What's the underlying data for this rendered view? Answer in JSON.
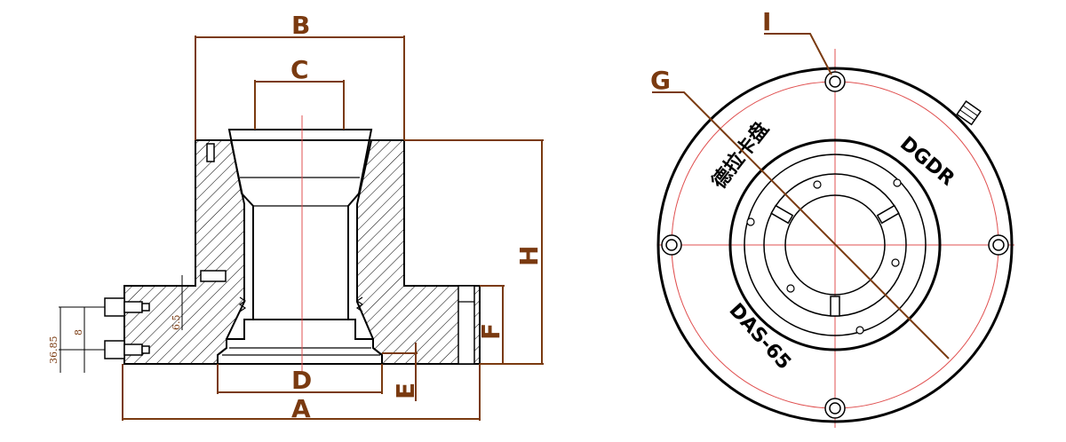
{
  "colors": {
    "dimension": "#7a3a10",
    "outline": "#000000",
    "centerline": "#e05050"
  },
  "labels": {
    "A": "A",
    "B": "B",
    "C": "C",
    "D": "D",
    "E": "E",
    "F": "F",
    "H": "H",
    "G": "G",
    "I": "I"
  },
  "small_dims": {
    "d1": "36.85",
    "d2": "8",
    "d3": "6.5"
  },
  "front_view": {
    "text_left": "德拉卡盘",
    "text_right": "DGDR",
    "text_bottom": "DAS-65"
  }
}
